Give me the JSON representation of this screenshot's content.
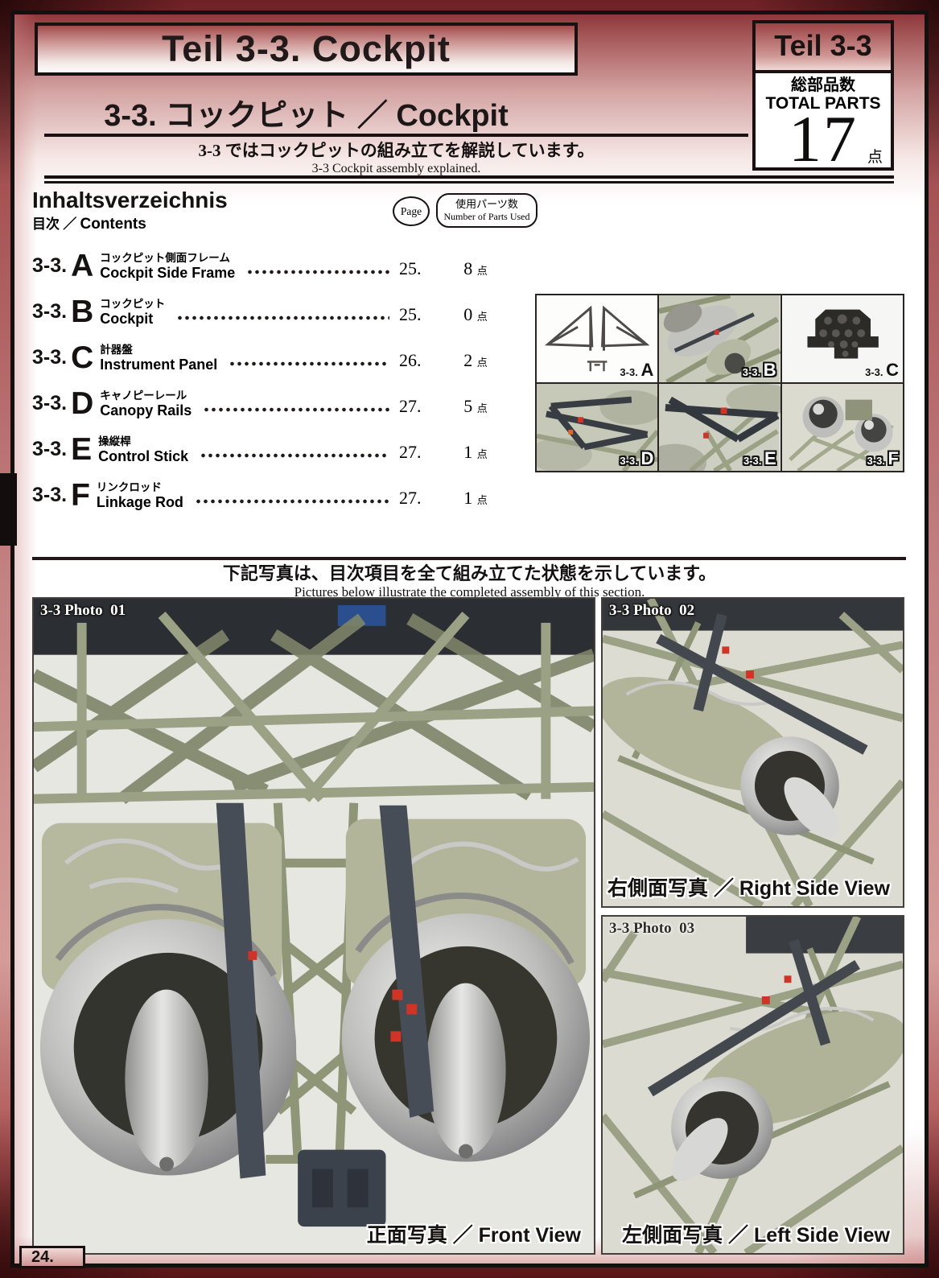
{
  "header": {
    "title": "Teil 3-3.  Cockpit",
    "subtitle": "3-3. コックピット ／ Cockpit",
    "note_jp": "3-3 ではコックピットの組み立てを解説しています。",
    "note_en": "3-3 Cockpit assembly explained.",
    "badge_title": "Teil 3-3",
    "badge_total_jp": "総部品数",
    "badge_total_en": "TOTAL PARTS",
    "badge_count": "17",
    "badge_unit": "点"
  },
  "contents": {
    "heading": "Inhaltsverzeichnis",
    "sub_jp": "目次",
    "sub_sep": " ／ ",
    "sub_en": "Contents",
    "page_label": "Page",
    "parts_jp": "使用パーツ数",
    "parts_en": "Number of Parts Used",
    "items": [
      {
        "prefix": "3-3.",
        "letter": "A",
        "jp": "コックピット側面フレーム",
        "en": "Cockpit Side Frame",
        "page": "25.",
        "count": "8",
        "unit": "点"
      },
      {
        "prefix": "3-3.",
        "letter": "B",
        "jp": "コックピット",
        "en": "Cockpit",
        "page": "25.",
        "count": "0",
        "unit": "点"
      },
      {
        "prefix": "3-3.",
        "letter": "C",
        "jp": "計器盤",
        "en": "Instrument Panel",
        "page": "26.",
        "count": "2",
        "unit": "点"
      },
      {
        "prefix": "3-3.",
        "letter": "D",
        "jp": "キャノピーレール",
        "en": "Canopy Rails",
        "page": "27.",
        "count": "5",
        "unit": "点"
      },
      {
        "prefix": "3-3.",
        "letter": "E",
        "jp": "操縦桿",
        "en": "Control Stick",
        "page": "27.",
        "count": "1",
        "unit": "点"
      },
      {
        "prefix": "3-3.",
        "letter": "F",
        "jp": "リンクロッド",
        "en": "Linkage Rod",
        "page": "27.",
        "count": "1",
        "unit": "点"
      }
    ]
  },
  "thumbs": {
    "items": [
      {
        "prefix": "3-3. ",
        "letter": "A"
      },
      {
        "prefix": "3-3. ",
        "letter": "B"
      },
      {
        "prefix": "3-3. ",
        "letter": "C"
      },
      {
        "prefix": "3-3. ",
        "letter": "D"
      },
      {
        "prefix": "3-3. ",
        "letter": "E"
      },
      {
        "prefix": "3-3. ",
        "letter": "F"
      }
    ]
  },
  "gallery": {
    "intro_jp": "下記写真は、目次項目を全て組み立てた状態を示しています。",
    "intro_en": "Pictures below illustrate the completed assembly of this section.",
    "photo1_label": "3-3 Photo  01",
    "photo2_label": "3-3 Photo  02",
    "photo3_label": "3-3 Photo  03",
    "photo1_caption": "正面写真 ／ Front View",
    "photo2_caption": "右側面写真 ／ Right Side View",
    "photo3_caption": "左側面写真 ／ Left Side View"
  },
  "footer": {
    "page_number": "24."
  },
  "colors": {
    "border_red": "#a34e4f",
    "frame_black": "#151010",
    "olive_green": "#9aa184",
    "slate_gray": "#474d55",
    "silver": "#c7c7c5",
    "red_accent": "#cf3526"
  }
}
